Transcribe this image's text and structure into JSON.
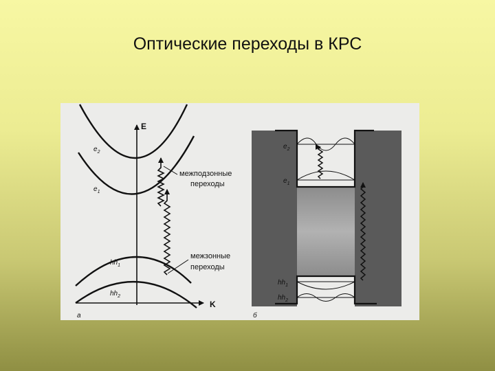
{
  "slide": {
    "title": "Оптические переходы в КРС"
  },
  "panel_a": {
    "axis_e": "E",
    "axis_k": "K",
    "levels": {
      "e2": {
        "base": "e",
        "sub": "2"
      },
      "e1": {
        "base": "e",
        "sub": "1"
      },
      "hh1": {
        "base": "hh",
        "sub": "1"
      },
      "hh2": {
        "base": "hh",
        "sub": "2"
      }
    },
    "intersubband_line1": "межподзонные",
    "intersubband_line2": "переходы",
    "interband_line1": "межзонные",
    "interband_line2": "переходы",
    "panel_label": "а"
  },
  "panel_b": {
    "levels": {
      "e2": {
        "base": "e",
        "sub": "2"
      },
      "e1": {
        "base": "e",
        "sub": "1"
      },
      "hh1": {
        "base": "hh",
        "sub": "1"
      },
      "hh2": {
        "base": "hh",
        "sub": "2"
      }
    },
    "panel_label": "б"
  },
  "colors": {
    "background_top": "#f7f7a3",
    "background_bottom": "#8f8f43",
    "figure_bg": "#ececea",
    "barrier": "#5a5a5a",
    "well_band": "#969696"
  }
}
